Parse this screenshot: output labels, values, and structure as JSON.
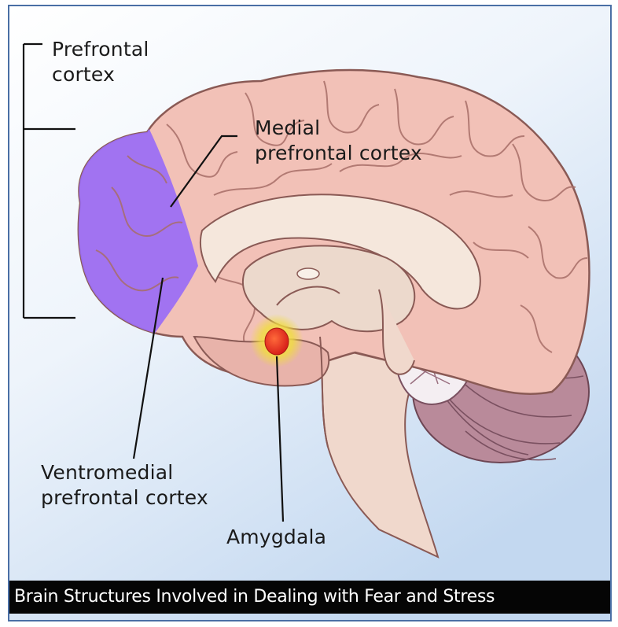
{
  "labels": {
    "prefrontal_cortex_line1": "Prefrontal",
    "prefrontal_cortex_line2": "cortex",
    "medial_line1": "Medial",
    "medial_line2": "prefrontal cortex",
    "ventromedial_line1": "Ventromedial",
    "ventromedial_line2": "prefrontal cortex",
    "amygdala": "Amygdala"
  },
  "caption": "Brain Structures Involved in Dealing with Fear and Stress",
  "colors": {
    "background_top": "#ffffff",
    "background_bottom": "#c9dcf2",
    "brain_pink": "#f2c1b7",
    "brain_outline": "#8a5a55",
    "prefrontal_purple": "#9a6cf5",
    "inner_cream": "#f5e7dc",
    "cerebellum": "#b98a9a",
    "amygdala_red": "#e8341c",
    "amygdala_glow": "#f4e24a",
    "border": "#4a6fa5"
  }
}
